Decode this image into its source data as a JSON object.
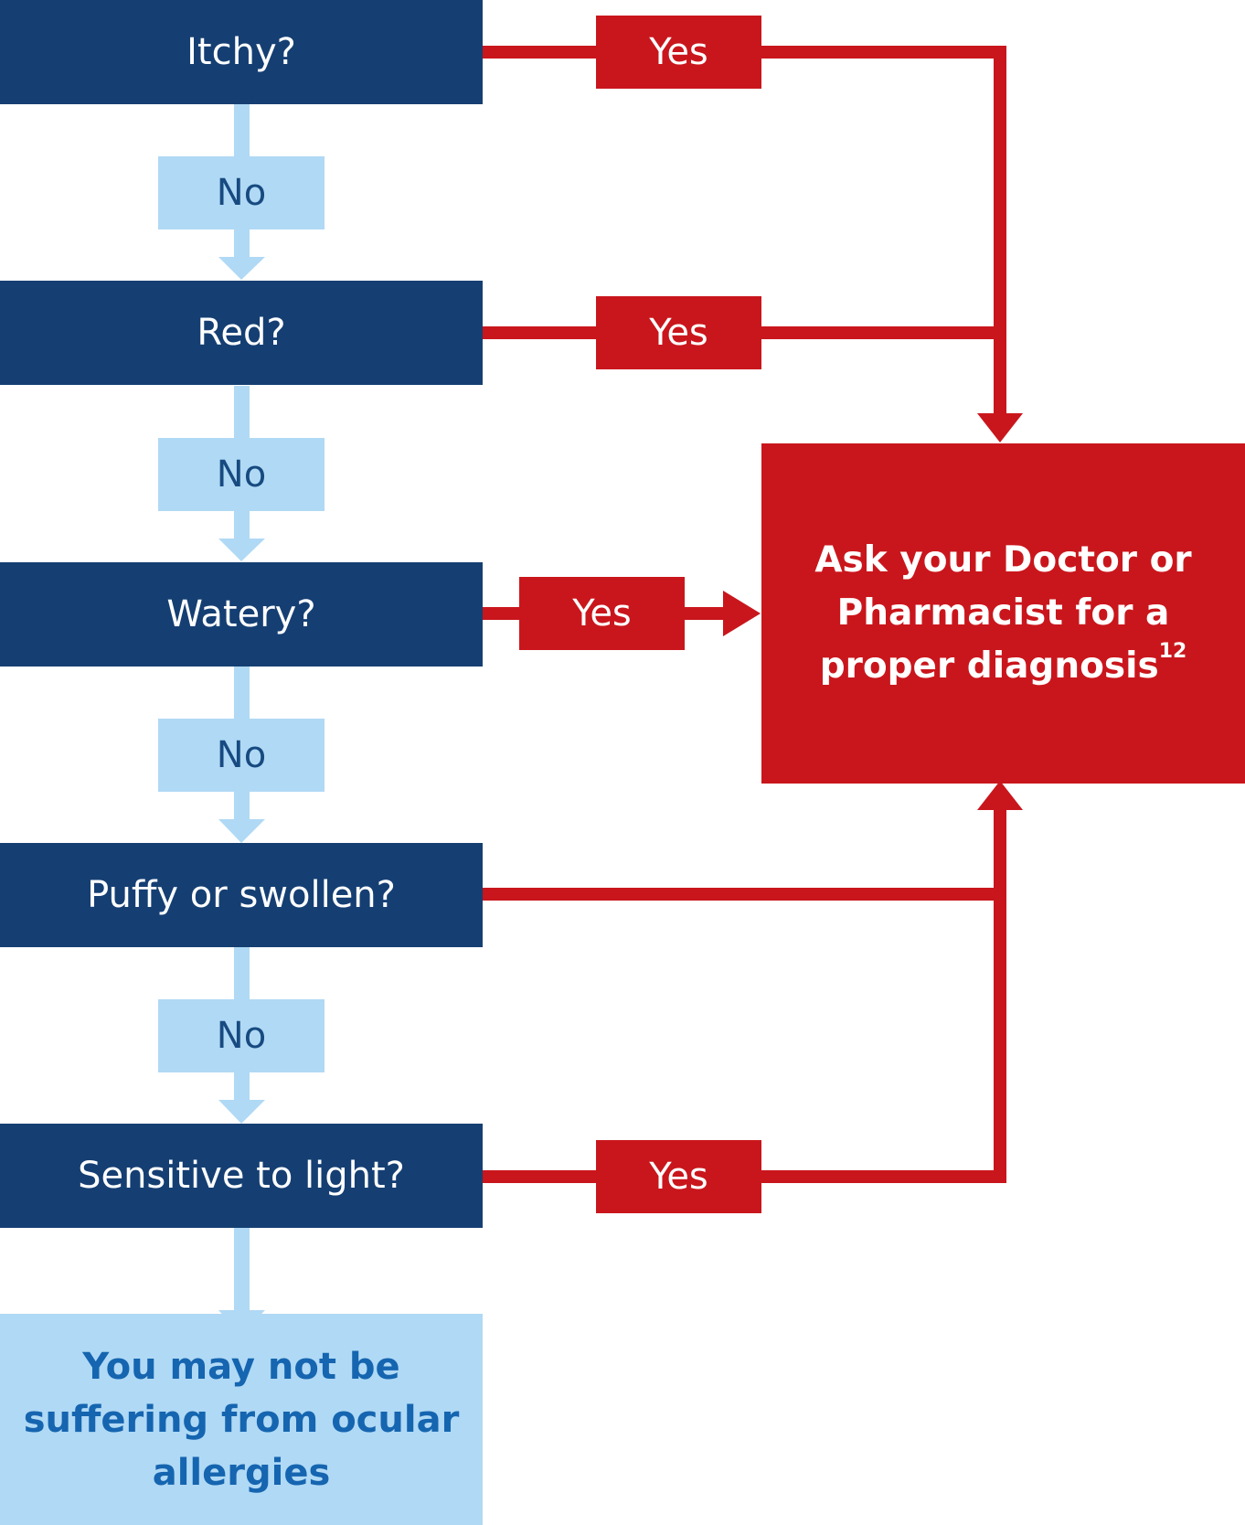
{
  "questions": [
    "Itchy?",
    "Red?",
    "Watery?",
    "Puffy or swollen?",
    "Sensitive to light?"
  ],
  "no_label": "No",
  "yes_label": "Yes",
  "outcome": {
    "text": "Ask your Doctor or Pharmacist for a proper diagnosis",
    "ref": "12"
  },
  "result": {
    "text": "You may not be suffering from ocular allergies"
  },
  "colors": {
    "question_bg": "#153f73",
    "no_bg": "#b0d9f5",
    "yes_red": "#c9161c",
    "result_text": "#1565b0"
  }
}
